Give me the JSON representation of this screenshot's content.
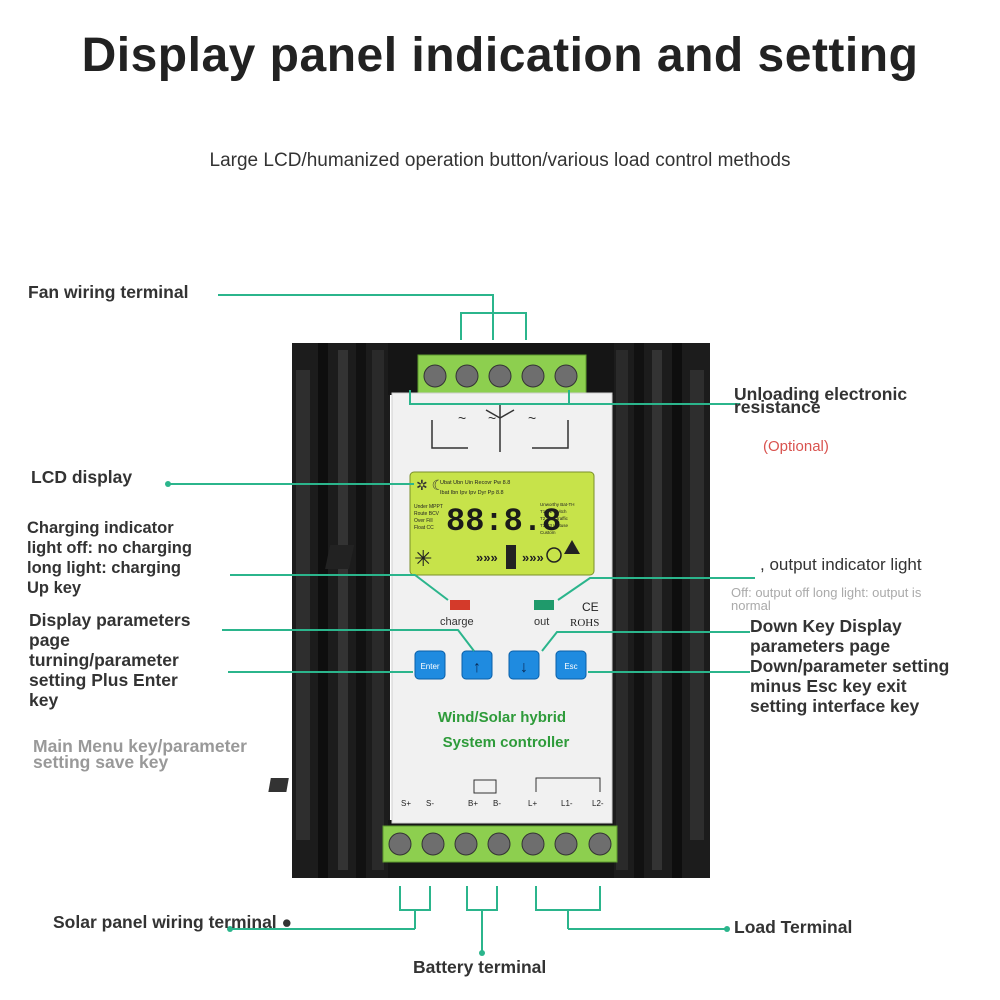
{
  "title": "Display panel indication and setting",
  "subtitle": "Large LCD/humanized operation button/various load control methods",
  "labels": {
    "fan": "Fan wiring terminal",
    "unloading_1": "Unloading electronic",
    "unloading_2": "resistance",
    "optional": "(Optional)",
    "lcd": "LCD display",
    "charging_1": "Charging indicator",
    "charging_2": "light off: no charging",
    "charging_3": "long light: charging",
    "charging_4": "Up key",
    "output": ", output indicator light",
    "output_note_1": "Off: output off long light: output is",
    "output_note_2": "normal",
    "display_1": "Display parameters",
    "display_2": "page",
    "display_3": "turning/parameter",
    "display_4": "setting Plus Enter",
    "display_5": "key",
    "down_1": "Down Key Display",
    "down_2": "parameters page",
    "down_3": "Down/parameter setting",
    "down_4": "minus Esc key exit",
    "down_5": "setting interface key",
    "menu_1": "Main Menu key/parameter",
    "menu_2": "setting save key",
    "solar": "Solar panel wiring terminal ●",
    "battery": "Battery terminal",
    "load": "Load Terminal"
  },
  "device": {
    "lcd_digits": "88:8.8",
    "lcd_top_1": "Ubat Ubn Uin Recovr Pw 8.8",
    "lcd_top_2": "Ibat Ibn Ipv Ipv Dyr Pp 8.8",
    "lcd_left_1": "Under MPPT",
    "lcd_left_2": "Route BCV",
    "lcd_left_3": "Over Fill",
    "lcd_left_4": "Float CC",
    "lcd_right_1": "Unworthy Bat-TH",
    "lcd_right_2": "T1 P1 Switch",
    "lcd_right_3": "T2 P2 L.traffic",
    "lcd_right_4": "T3 P3 Lmtuse",
    "lcd_right_5": "Custom",
    "led_charge": "charge",
    "led_out": "out",
    "ce": "CE",
    "rohs": "ROHS",
    "btn_enter": "Enter",
    "btn_up": "↑",
    "btn_down": "↓",
    "btn_esc": "Esc",
    "brand_1": "Wind/Solar hybrid",
    "brand_2": "System controller",
    "term_s_plus": "S+",
    "term_s_minus": "S-",
    "term_b_plus": "B+",
    "term_b_minus": "B-",
    "term_l_plus": "L+",
    "term_l1": "L1-",
    "term_l2": "L2-"
  },
  "colors": {
    "callout": "#2bb58c",
    "lcd": "#c7e34a",
    "terminal": "#8dcf4f",
    "button": "#1f8be0",
    "brand_text": "#2e9b3a"
  }
}
